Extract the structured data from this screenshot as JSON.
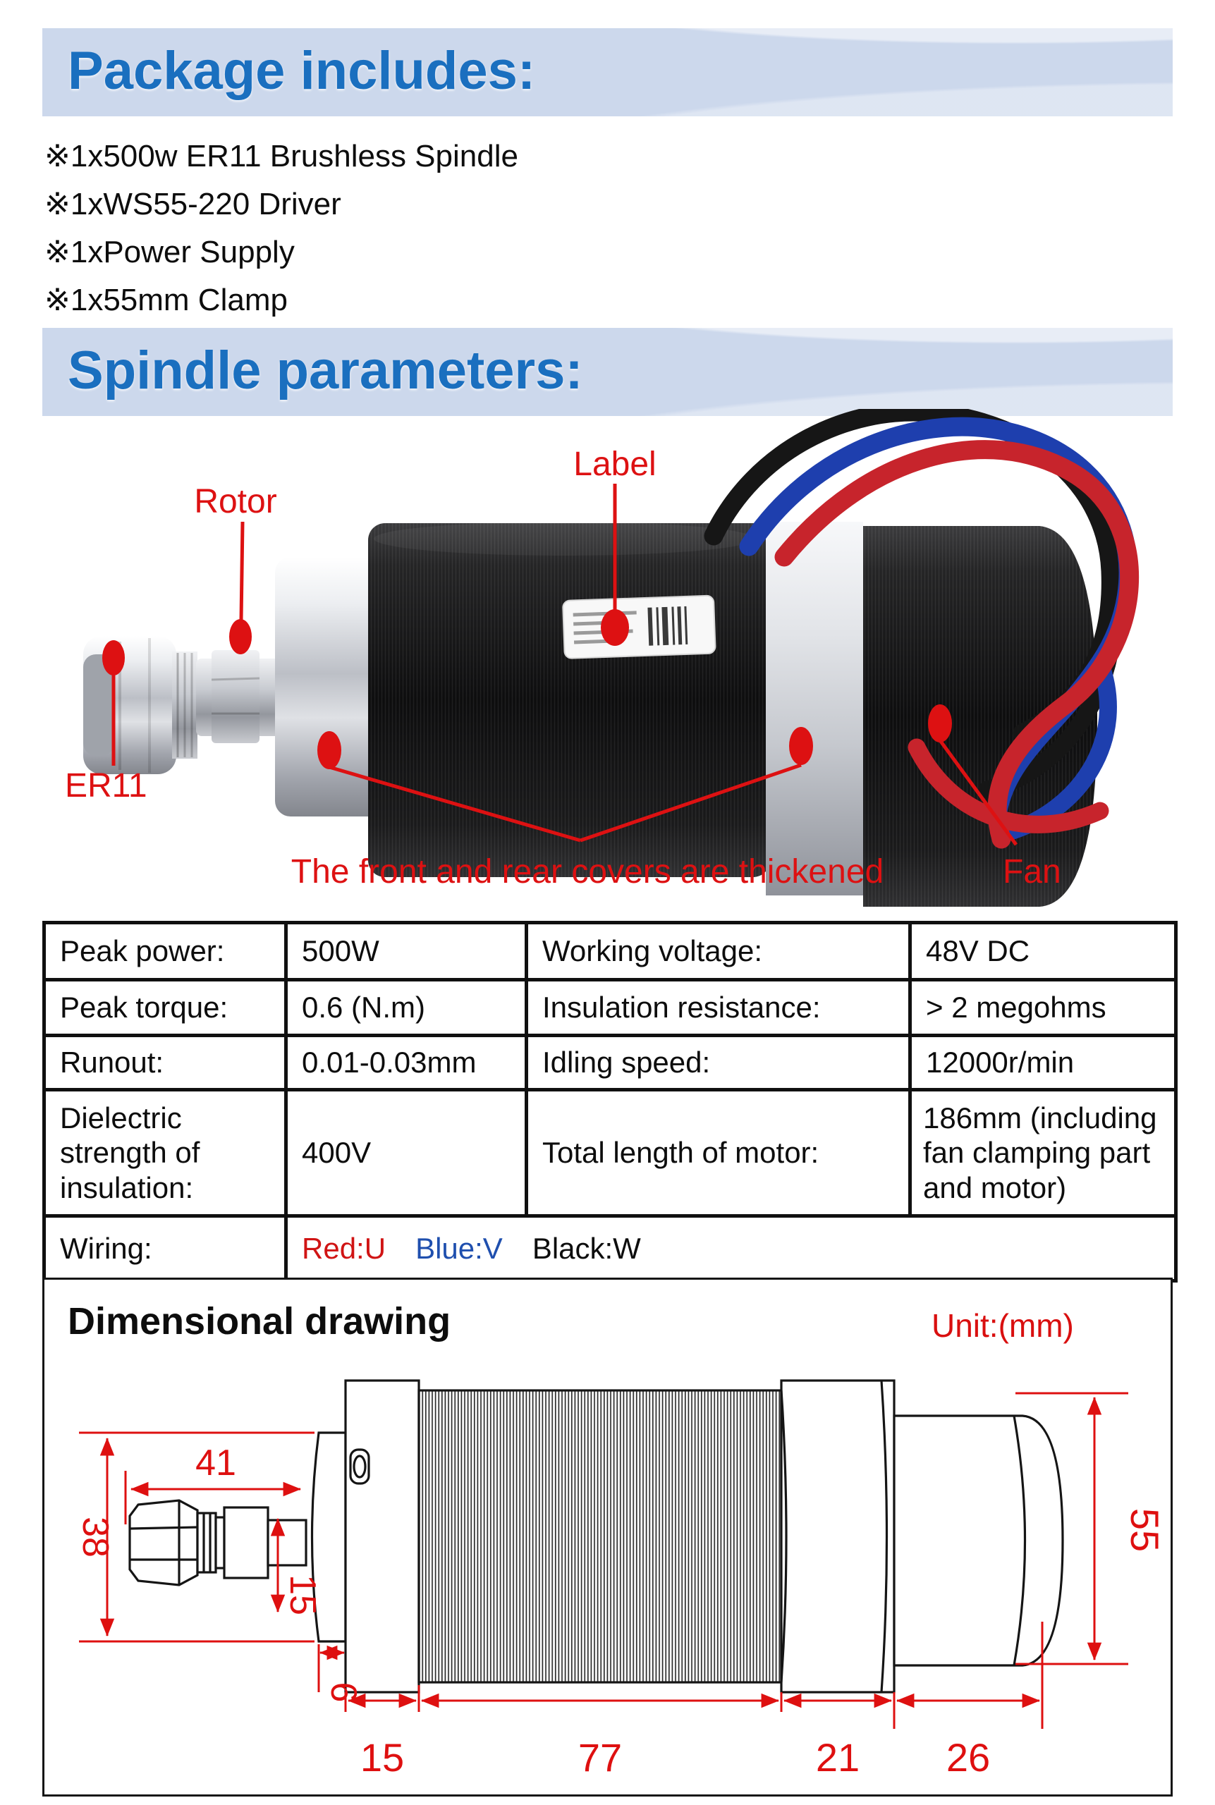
{
  "package": {
    "title": "Package includes:",
    "items": [
      "※1x500w ER11 Brushless Spindle",
      "※1xWS55-220 Driver",
      "※1xPower Supply",
      "※1x55mm Clamp"
    ]
  },
  "spindle": {
    "title": "Spindle parameters:"
  },
  "photo": {
    "annotations": {
      "label": "Label",
      "rotor": "Rotor",
      "er11": "ER11",
      "covers": "The front and rear covers are thickened",
      "fan": "Fan"
    }
  },
  "specs": {
    "rows": [
      {
        "c1": "Peak power:",
        "c2": "500W",
        "c3": "Working voltage:",
        "c4": "48V DC"
      },
      {
        "c1": "Peak torque:",
        "c2": "0.6 (N.m)",
        "c3": "Insulation resistance:",
        "c4": "> 2 megohms"
      },
      {
        "c1": "Runout:",
        "c2": "0.01-0.03mm",
        "c3": "Idling speed:",
        "c4": "12000r/min"
      },
      {
        "c1": "Dielectric strength of insulation:",
        "c2": "400V",
        "c3": "Total length of motor:",
        "c4": "186mm (including fan clamping part and motor)"
      }
    ],
    "wiring": {
      "label": "Wiring:",
      "red": "Red:U",
      "blue": "Blue:V",
      "black": "Black:W"
    }
  },
  "drawing": {
    "title": "Dimensional drawing",
    "unit": "Unit:(mm)",
    "dims": {
      "collet_length": "41",
      "collet_diameter": "38",
      "shaft_diameter": "15",
      "plate_thickness": "6",
      "front_cover": "15",
      "body_length": "77",
      "rear_cover": "21",
      "fan_length": "26",
      "motor_diameter": "55"
    }
  },
  "colors": {
    "banner_bg": "#ccd8ec",
    "banner_text": "#1a6fbf",
    "annotation_red": "#dd1112",
    "dimension_red": "#de1010",
    "wiring_red": "#d01414",
    "wiring_blue": "#1f4fae",
    "table_border": "#101010"
  }
}
